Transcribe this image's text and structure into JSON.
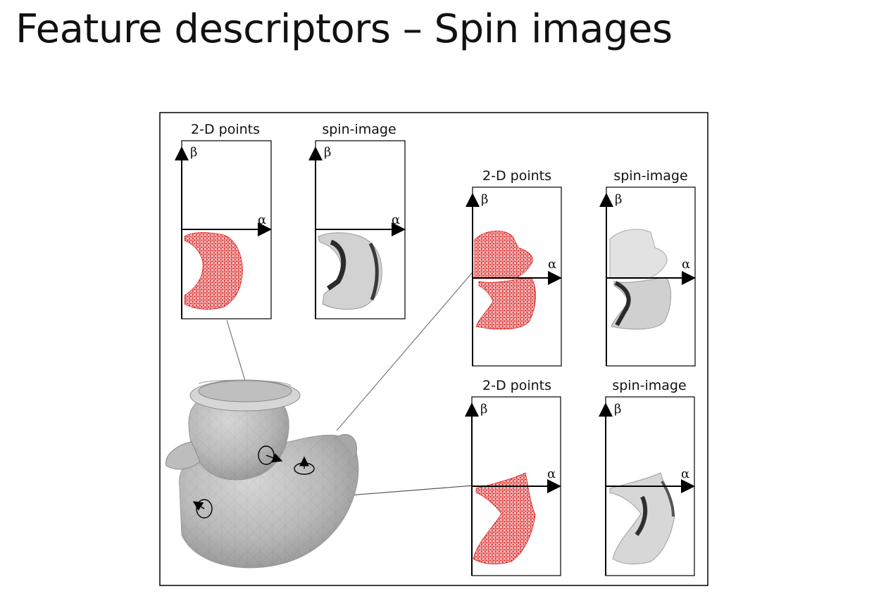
{
  "slide": {
    "title": "Feature descriptors – Spin images"
  },
  "figure": {
    "panels": [
      {
        "id": "p1",
        "label": "2-D points",
        "kind": "points",
        "beta": "β",
        "alpha": "α"
      },
      {
        "id": "p2",
        "label": "spin-image",
        "kind": "spin",
        "beta": "β",
        "alpha": "α"
      },
      {
        "id": "p3",
        "label": "2-D points",
        "kind": "points",
        "beta": "β",
        "alpha": "α"
      },
      {
        "id": "p4",
        "label": "spin-image",
        "kind": "spin",
        "beta": "β",
        "alpha": "α"
      },
      {
        "id": "p5",
        "label": "2-D points",
        "kind": "points",
        "beta": "β",
        "alpha": "α"
      },
      {
        "id": "p6",
        "label": "spin-image",
        "kind": "spin",
        "beta": "β",
        "alpha": "α"
      }
    ],
    "colors": {
      "points": "#e01818",
      "spin_dark": "#222222",
      "spin_light": "#d8d8d8",
      "duck": "#b9b9b9",
      "frame": "#000000"
    }
  }
}
